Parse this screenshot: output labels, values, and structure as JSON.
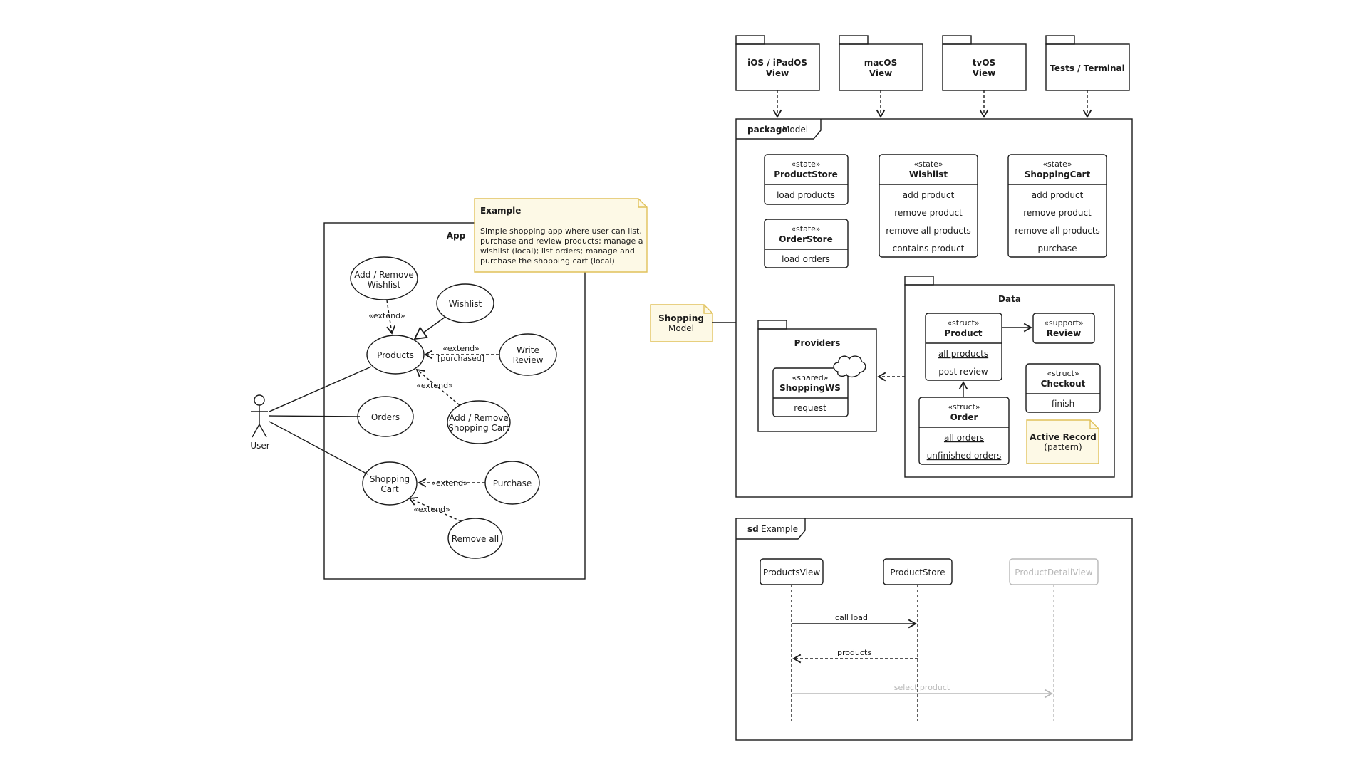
{
  "use_case": {
    "boundary_title": "App",
    "actor": "User",
    "note": {
      "title": "Example",
      "lines": [
        "Simple shopping app where user can list,",
        "purchase and review products; manage a",
        "wishlist (local); list orders; manage and",
        "purchase the shopping cart (local)"
      ]
    },
    "cases": {
      "add_remove_wishlist": [
        "Add / Remove",
        "Wishlist"
      ],
      "wishlist": [
        "Wishlist"
      ],
      "products": [
        "Products"
      ],
      "write_review": [
        "Write",
        "Review"
      ],
      "orders": [
        "Orders"
      ],
      "add_remove_cart": [
        "Add / Remove",
        "Shopping Cart"
      ],
      "shopping_cart": [
        "Shopping",
        "Cart"
      ],
      "purchase": [
        "Purchase"
      ],
      "remove_all": [
        "Remove all"
      ]
    },
    "labels": {
      "extend1": "«extend»",
      "extend2": "«extend»",
      "purchased": "[purchased]",
      "extend3": "«extend»",
      "extend4": "«extend»",
      "extend5": "«extend»"
    }
  },
  "views": {
    "ios": [
      "iOS / iPadOS",
      "View"
    ],
    "macos": [
      "macOS",
      "View"
    ],
    "tvos": [
      "tvOS",
      "View"
    ],
    "tests": [
      "Tests / Terminal"
    ]
  },
  "model": {
    "frame_keyword": "package",
    "frame_name": "Model",
    "side_note": [
      "Shopping",
      "Model"
    ],
    "product_store": {
      "stereo": "«state»",
      "name": "ProductStore",
      "ops": [
        "load products"
      ]
    },
    "order_store": {
      "stereo": "«state»",
      "name": "OrderStore",
      "ops": [
        "load orders"
      ]
    },
    "wishlist": {
      "stereo": "«state»",
      "name": "Wishlist",
      "ops": [
        "add product",
        "remove product",
        "remove all products",
        "contains product"
      ]
    },
    "shopping_cart": {
      "stereo": "«state»",
      "name": "ShoppingCart",
      "ops": [
        "add product",
        "remove product",
        "remove all products",
        "purchase"
      ]
    },
    "providers": {
      "title": "Providers",
      "ws_stereo": "«shared»",
      "ws_name": "ShoppingWS",
      "ws_ops": [
        "request"
      ]
    },
    "data": {
      "title": "Data",
      "product": {
        "stereo": "«struct»",
        "name": "Product",
        "ops": [
          "all products",
          "post review"
        ]
      },
      "review": {
        "stereo": "«support»",
        "name": "Review"
      },
      "checkout": {
        "stereo": "«struct»",
        "name": "Checkout",
        "ops": [
          "finish"
        ]
      },
      "order": {
        "stereo": "«struct»",
        "name": "Order",
        "ops": [
          "all orders",
          "unfinished orders"
        ]
      },
      "note": [
        "Active Record",
        "(pattern)"
      ]
    }
  },
  "sequence": {
    "frame_keyword": "sd",
    "frame_name": "Example",
    "participants": [
      "ProductsView",
      "ProductStore",
      "ProductDetailView"
    ],
    "messages": [
      "call load",
      "products",
      "select product"
    ]
  },
  "colors": {
    "ink": "#1b1b1b",
    "note_fill": "#fdf9e6",
    "note_border": "#e0c15a",
    "faded": "#b8b8b8"
  }
}
